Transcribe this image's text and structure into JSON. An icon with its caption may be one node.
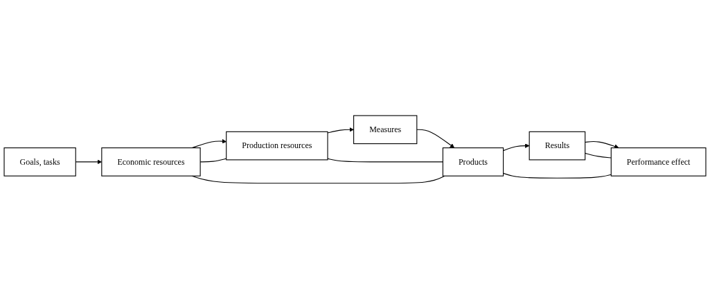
{
  "diagram": {
    "nodes": [
      {
        "text": [
          "Goals, tasks"
        ]
      },
      {
        "text": [
          "Economic resources"
        ]
      },
      {
        "text": [
          "Production resources"
        ]
      },
      {
        "text": [
          "Measures"
        ]
      },
      {
        "text": [
          "Products"
        ]
      },
      {
        "text": [
          "Results"
        ]
      },
      {
        "text": [
          "Performance effect"
        ]
      }
    ],
    "edges": [
      {
        "from": 0,
        "to": 1,
        "arrow": "to"
      },
      {
        "from": 1,
        "to": 2,
        "arrow": "to"
      },
      {
        "from": 2,
        "to": 3,
        "arrow": "to"
      },
      {
        "from": 3,
        "to": 4,
        "arrow": "to"
      },
      {
        "from": 4,
        "to": 5,
        "arrow": "to"
      },
      {
        "from": 5,
        "to": 6,
        "arrow": "to"
      },
      {
        "from": 4,
        "to": 2,
        "arrow": "none"
      },
      {
        "from": 4,
        "to": 1,
        "arrow": "none"
      },
      {
        "from": 1,
        "to": 2,
        "arrow": "none"
      },
      {
        "from": 6,
        "to": 4,
        "arrow": "none"
      },
      {
        "from": 6,
        "to": 5,
        "arrow": "none"
      }
    ]
  }
}
